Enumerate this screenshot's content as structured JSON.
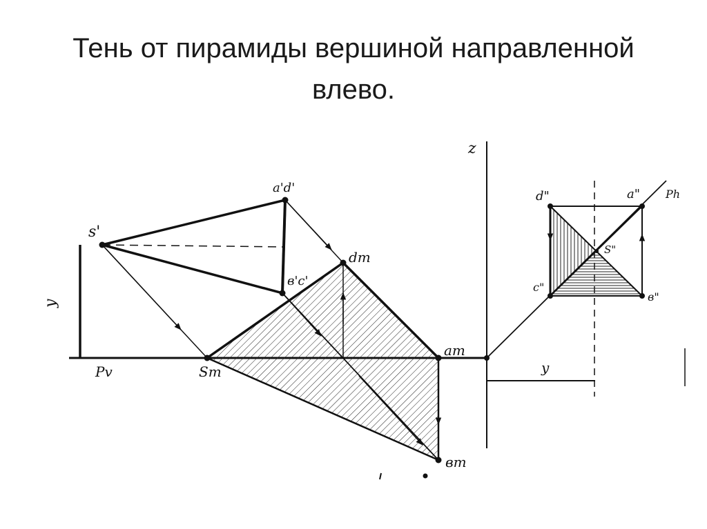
{
  "title": {
    "line1": "Тень от пирамиды вершиной направленной",
    "line2": "влево."
  },
  "labels": {
    "z": "z",
    "a_prime_d_prime": "a'd'",
    "s_prime": "s'",
    "d_t": "dт",
    "b_prime_c_prime": "в'c'",
    "y_left": "y",
    "p_v": "Pv",
    "s_t": "Sт",
    "a_t": "aт",
    "b_t": "вт",
    "y_bottom": "y",
    "d_dprime": "d\"",
    "a_dprime": "a\"",
    "p_h": "Ph",
    "s_dprime": "S\"",
    "c_dprime": "c\"",
    "b_dprime": "в\""
  }
}
